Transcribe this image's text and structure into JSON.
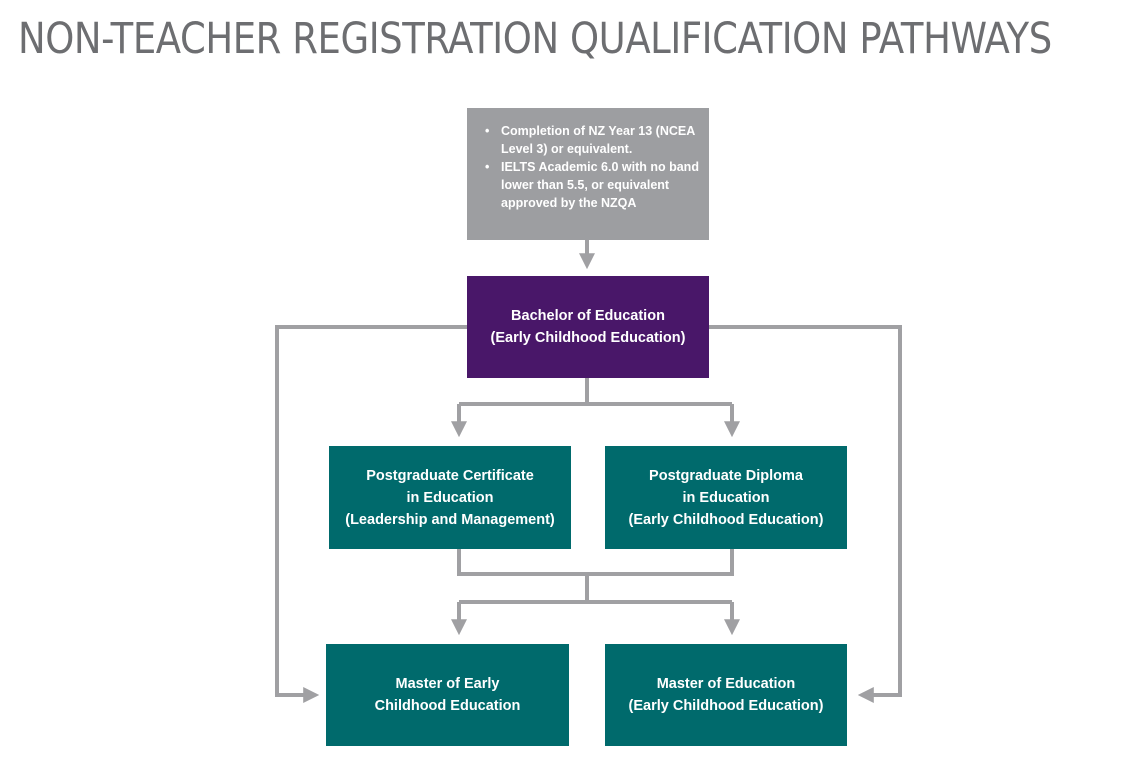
{
  "title": "NON-TEACHER REGISTRATION QUALIFICATION PATHWAYS",
  "colors": {
    "title": "#6d6e71",
    "entry": "#9d9ea1",
    "bachelor": "#491769",
    "postgrad": "#006a6c",
    "connector": "#a0a0a3"
  },
  "entry_requirements": {
    "items": [
      "Completion of NZ Year 13 (NCEA Level 3) or equivalent.",
      "IELTS Academic 6.0 with no band lower than 5.5, or equivalent approved by the NZQA"
    ]
  },
  "bachelor": {
    "line1": "Bachelor of Education",
    "line2": "(Early Childhood Education)"
  },
  "pg_certificate": {
    "line1": "Postgraduate Certificate",
    "line2": "in Education",
    "line3": "(Leadership and Management)"
  },
  "pg_diploma": {
    "line1": "Postgraduate Diploma",
    "line2": "in Education",
    "line3": "(Early Childhood Education)"
  },
  "master_ece": {
    "line1": "Master of Early",
    "line2": "Childhood Education"
  },
  "master_ed": {
    "line1": "Master of Education",
    "line2": "(Early Childhood Education)"
  },
  "connections": [
    {
      "from": "entry_requirements",
      "to": "bachelor"
    },
    {
      "from": "bachelor",
      "to": "pg_certificate"
    },
    {
      "from": "bachelor",
      "to": "pg_diploma"
    },
    {
      "from": "bachelor",
      "to": "master_ece"
    },
    {
      "from": "bachelor",
      "to": "master_ed"
    },
    {
      "from": "pg_certificate",
      "to": "master_ece"
    },
    {
      "from": "pg_certificate",
      "to": "master_ed"
    },
    {
      "from": "pg_diploma",
      "to": "master_ece"
    },
    {
      "from": "pg_diploma",
      "to": "master_ed"
    }
  ]
}
